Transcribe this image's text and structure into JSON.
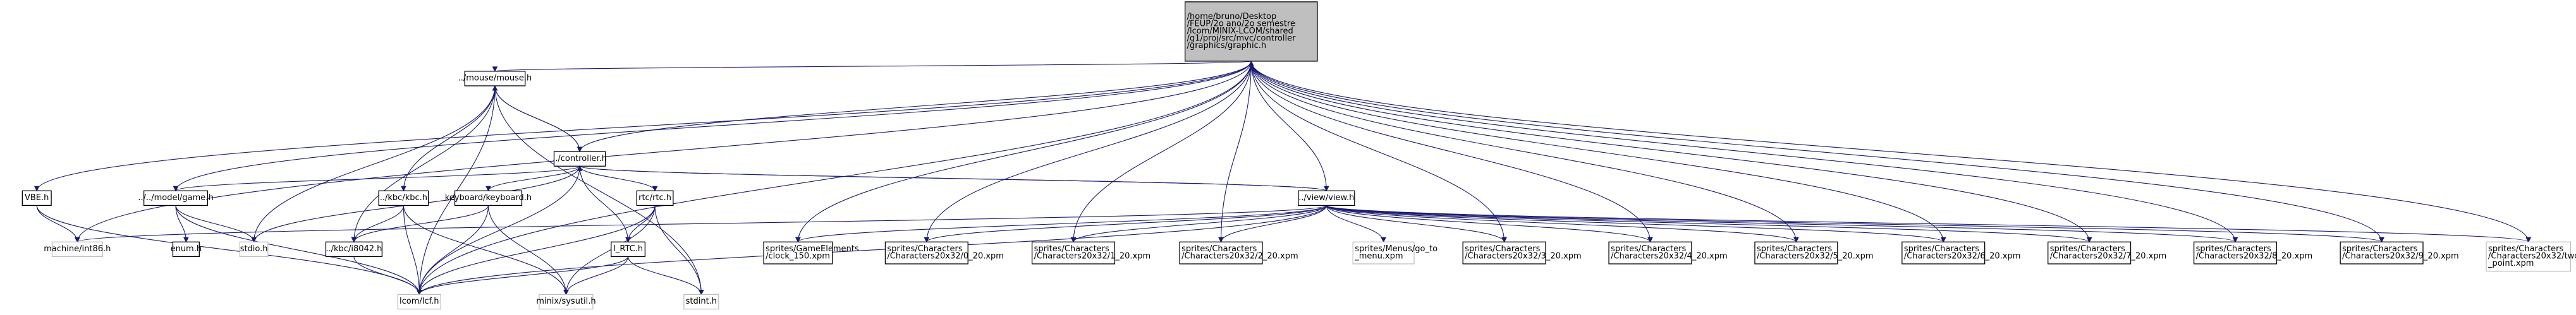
{
  "diagram": {
    "type": "include-dependency-graph",
    "colors": {
      "edge": "#191970",
      "main_fill": "#bfbfbf",
      "node_border": "#000000",
      "external_border": "#bfbfbf"
    },
    "nodes": [
      {
        "id": "graphic",
        "kind": "main",
        "lines": [
          "/home/bruno/Desktop",
          "/FEUP/2o ano/2o semestre",
          "/lcom/MINIX-LCOM/shared",
          "/g1/proj/src/mvc/controller",
          "/graphics/graphic.h"
        ]
      },
      {
        "id": "vbe",
        "kind": "int",
        "lines": [
          "VBE.h"
        ]
      },
      {
        "id": "machine",
        "kind": "ext",
        "lines": [
          "machine/int86.h"
        ]
      },
      {
        "id": "lcomlcf",
        "kind": "ext",
        "lines": [
          "lcom/lcf.h"
        ]
      },
      {
        "id": "game",
        "kind": "int",
        "lines": [
          "../../model/game.h"
        ]
      },
      {
        "id": "enum",
        "kind": "int",
        "lines": [
          "enum.h"
        ]
      },
      {
        "id": "stdio",
        "kind": "ext",
        "lines": [
          "stdio.h"
        ]
      },
      {
        "id": "mouse",
        "kind": "int",
        "lines": [
          "../mouse/mouse.h"
        ]
      },
      {
        "id": "controller",
        "kind": "int",
        "lines": [
          "../controller.h"
        ]
      },
      {
        "id": "kbc",
        "kind": "int",
        "lines": [
          "../kbc/kbc.h"
        ]
      },
      {
        "id": "i8042",
        "kind": "int",
        "lines": [
          "../kbc/i8042.h"
        ]
      },
      {
        "id": "keyboard",
        "kind": "int",
        "lines": [
          "keyboard/keyboard.h"
        ]
      },
      {
        "id": "rtc",
        "kind": "int",
        "lines": [
          "rtc/rtc.h"
        ]
      },
      {
        "id": "irtc",
        "kind": "int",
        "lines": [
          "I_RTC.h"
        ]
      },
      {
        "id": "minix",
        "kind": "ext",
        "lines": [
          "minix/sysutil.h"
        ]
      },
      {
        "id": "stdint",
        "kind": "ext",
        "lines": [
          "stdint.h"
        ]
      },
      {
        "id": "view",
        "kind": "int",
        "lines": [
          "../view/view.h"
        ]
      },
      {
        "id": "clock",
        "kind": "int",
        "lines": [
          "sprites/GameElements",
          "/clock_150.xpm"
        ]
      },
      {
        "id": "c0",
        "kind": "int",
        "lines": [
          "sprites/Characters",
          "/Characters20x32/0_20.xpm"
        ]
      },
      {
        "id": "c1",
        "kind": "int",
        "lines": [
          "sprites/Characters",
          "/Characters20x32/1_20.xpm"
        ]
      },
      {
        "id": "c2",
        "kind": "int",
        "lines": [
          "sprites/Characters",
          "/Characters20x32/2_20.xpm"
        ]
      },
      {
        "id": "gomenu",
        "kind": "ext",
        "lines": [
          "sprites/Menus/go_to",
          "_menu.xpm"
        ]
      },
      {
        "id": "c3",
        "kind": "int",
        "lines": [
          "sprites/Characters",
          "/Characters20x32/3_20.xpm"
        ]
      },
      {
        "id": "c4",
        "kind": "int",
        "lines": [
          "sprites/Characters",
          "/Characters20x32/4_20.xpm"
        ]
      },
      {
        "id": "c5",
        "kind": "int",
        "lines": [
          "sprites/Characters",
          "/Characters20x32/5_20.xpm"
        ]
      },
      {
        "id": "c6",
        "kind": "int",
        "lines": [
          "sprites/Characters",
          "/Characters20x32/6_20.xpm"
        ]
      },
      {
        "id": "c7",
        "kind": "int",
        "lines": [
          "sprites/Characters",
          "/Characters20x32/7_20.xpm"
        ]
      },
      {
        "id": "c8",
        "kind": "int",
        "lines": [
          "sprites/Characters",
          "/Characters20x32/8_20.xpm"
        ]
      },
      {
        "id": "c9",
        "kind": "int",
        "lines": [
          "sprites/Characters",
          "/Characters20x32/9_20.xpm"
        ]
      },
      {
        "id": "two",
        "kind": "ext",
        "lines": [
          "sprites/Characters",
          "/Characters20x32/two",
          "_point.xpm"
        ]
      }
    ],
    "edges": [
      [
        "graphic",
        "vbe"
      ],
      [
        "graphic",
        "machine"
      ],
      [
        "graphic",
        "lcomlcf"
      ],
      [
        "graphic",
        "game"
      ],
      [
        "graphic",
        "mouse"
      ],
      [
        "graphic",
        "controller"
      ],
      [
        "graphic",
        "clock"
      ],
      [
        "graphic",
        "c0"
      ],
      [
        "graphic",
        "c1"
      ],
      [
        "graphic",
        "c2"
      ],
      [
        "graphic",
        "c3"
      ],
      [
        "graphic",
        "c4"
      ],
      [
        "graphic",
        "c5"
      ],
      [
        "graphic",
        "c6"
      ],
      [
        "graphic",
        "c7"
      ],
      [
        "graphic",
        "c8"
      ],
      [
        "graphic",
        "c9"
      ],
      [
        "graphic",
        "two"
      ],
      [
        "vbe",
        "machine"
      ],
      [
        "vbe",
        "lcomlcf"
      ],
      [
        "game",
        "enum"
      ],
      [
        "game",
        "stdio"
      ],
      [
        "game",
        "lcomlcf"
      ],
      [
        "mouse",
        "controller"
      ],
      [
        "mouse",
        "kbc"
      ],
      [
        "mouse",
        "i8042"
      ],
      [
        "mouse",
        "lcomlcf"
      ],
      [
        "mouse",
        "stdio"
      ],
      [
        "mouse",
        "stdint"
      ],
      [
        "controller",
        "mouse"
      ],
      [
        "controller",
        "game"
      ],
      [
        "controller",
        "stdio"
      ],
      [
        "controller",
        "keyboard"
      ],
      [
        "controller",
        "rtc"
      ],
      [
        "controller",
        "irtc"
      ],
      [
        "controller",
        "view"
      ],
      [
        "controller",
        "lcomlcf"
      ],
      [
        "kbc",
        "i8042"
      ],
      [
        "kbc",
        "lcomlcf"
      ],
      [
        "kbc",
        "minix"
      ],
      [
        "i8042",
        "lcomlcf"
      ],
      [
        "keyboard",
        "i8042"
      ],
      [
        "keyboard",
        "lcomlcf"
      ],
      [
        "keyboard",
        "minix"
      ],
      [
        "rtc",
        "irtc"
      ],
      [
        "rtc",
        "lcomlcf"
      ],
      [
        "rtc",
        "minix"
      ],
      [
        "rtc",
        "stdint"
      ],
      [
        "irtc",
        "lcomlcf"
      ],
      [
        "irtc",
        "minix"
      ],
      [
        "irtc",
        "stdint"
      ],
      [
        "view",
        "graphic"
      ],
      [
        "view",
        "controller"
      ],
      [
        "view",
        "machine"
      ],
      [
        "view",
        "clock"
      ],
      [
        "view",
        "c0"
      ],
      [
        "view",
        "c1"
      ],
      [
        "view",
        "c2"
      ],
      [
        "view",
        "gomenu"
      ],
      [
        "view",
        "c3"
      ],
      [
        "view",
        "c4"
      ],
      [
        "view",
        "c5"
      ],
      [
        "view",
        "c6"
      ],
      [
        "view",
        "c7"
      ],
      [
        "view",
        "c8"
      ],
      [
        "view",
        "c9"
      ],
      [
        "view",
        "two"
      ],
      [
        "view",
        "lcomlcf"
      ]
    ]
  }
}
